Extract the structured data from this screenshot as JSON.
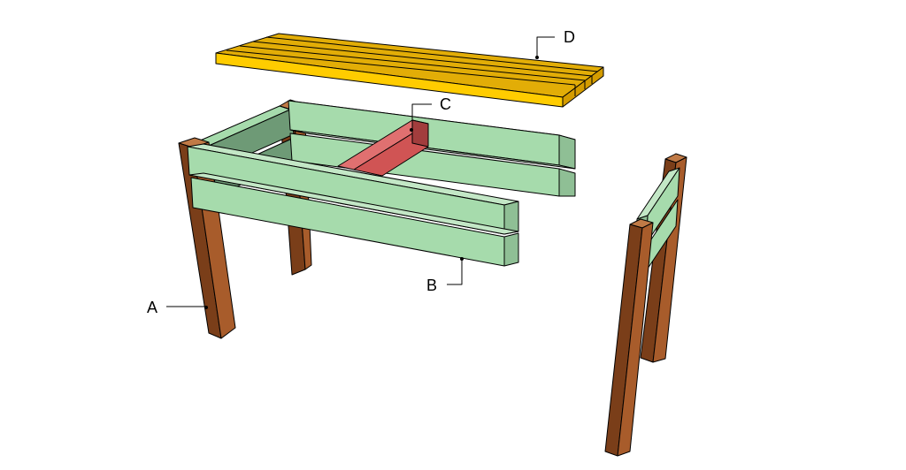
{
  "labels": {
    "a": "A",
    "b": "B",
    "c": "C",
    "d": "D"
  },
  "colors": {
    "leg": "#a85c2b",
    "leg_dark": "#7a3e19",
    "leg_side": "#c07a46",
    "rail": "#a6dbac",
    "rail_dark": "#7fae86",
    "rail_inner": "#6e9a76",
    "brace": "#d05454",
    "brace_dark": "#a23d3d",
    "top": "#ffcc00",
    "top_dark": "#d7a200",
    "outline": "#000000",
    "leader": "#000000"
  }
}
